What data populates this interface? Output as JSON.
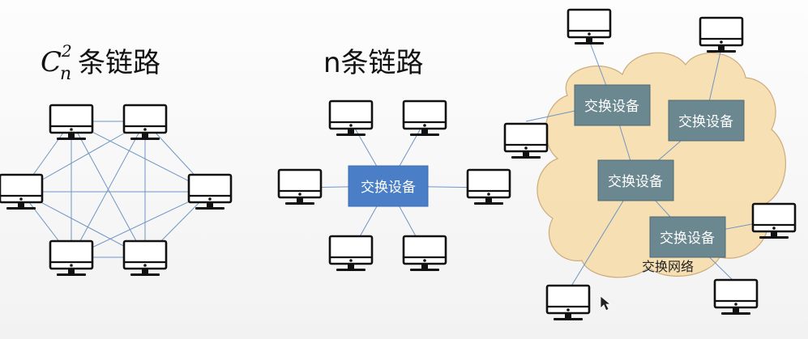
{
  "diagram": {
    "mesh_title": {
      "math_symbol": "C",
      "math_sub": "n",
      "math_sup": "2",
      "suffix": "条链路"
    },
    "star_title": "n条链路",
    "star_switch_label": "交换设备",
    "cloud_switch_labels": [
      "交换设备",
      "交换设备",
      "交换设备",
      "交换设备"
    ],
    "cloud_label": "交换网络",
    "icons": {
      "computer": "computer-monitor-icon",
      "cursor": "mouse-pointer-icon"
    },
    "colors": {
      "star_switch": "#4a7fc7",
      "cloud_switch": "#6b8790",
      "cloud_fill": "#f7dfb0",
      "cloud_stroke": "#c9a877",
      "links": "#6f95c4"
    }
  }
}
